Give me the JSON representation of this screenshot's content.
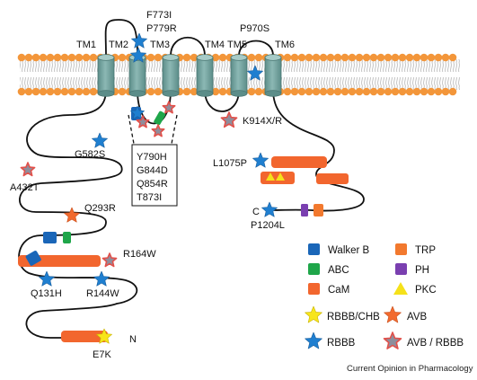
{
  "colors": {
    "lipid_head": "#f3963a",
    "lipid_tail": "#c9c9c9",
    "helix_fill": "#6f9f9b",
    "helix_stroke": "#4a7773",
    "domain_walker_b": "#1a66b8",
    "domain_abc": "#1fa64a",
    "domain_cam": "#f2662e",
    "domain_trp": "#f2792e",
    "domain_ph": "#7a3fb0",
    "domain_pkc": "#f5e11a",
    "star_rbbb_chb": "#f7e51b",
    "star_avb": "#f26a2e",
    "star_rbbb": "#1f7fd0",
    "star_avb_rbbb_fill": "#8e8e9c",
    "star_avb_rbbb_edge": "#e2504a"
  },
  "tm_labels": [
    "TM1",
    "TM2",
    "TM3",
    "TM4",
    "TM5",
    "TM6"
  ],
  "mutations": {
    "f773i": "F773I",
    "p779r": "P779R",
    "p970s": "P970S",
    "k914": "K914X/R",
    "g582s": "G582S",
    "a432t": "A432T",
    "q293r": "Q293R",
    "r164w": "R164W",
    "q131h": "Q131H",
    "r144w": "R144W",
    "e7k": "E7K",
    "l1075p": "L1075P",
    "p1204l": "P1204L"
  },
  "box_mutations": [
    "Y790H",
    "G844D",
    "Q854R",
    "T873I"
  ],
  "terminals": {
    "c": "C",
    "n": "N"
  },
  "legend_domains": [
    {
      "label": "Walker B",
      "icon": "blue-square-icon"
    },
    {
      "label": "TRP",
      "icon": "orange-square-icon"
    },
    {
      "label": "ABC",
      "icon": "green-square-icon"
    },
    {
      "label": "PH",
      "icon": "purple-square-icon"
    },
    {
      "label": "CaM",
      "icon": "red-orange-square-icon"
    },
    {
      "label": "PKC",
      "icon": "yellow-triangle-icon"
    }
  ],
  "legend_stars": [
    {
      "label": "RBBB/CHB",
      "icon": "yellow-star-icon"
    },
    {
      "label": "AVB",
      "icon": "orange-star-icon"
    },
    {
      "label": "RBBB",
      "icon": "blue-star-icon"
    },
    {
      "label": "AVB / RBBB",
      "icon": "grey-red-star-icon"
    }
  ],
  "credit": "Current Opinion in Pharmacology"
}
